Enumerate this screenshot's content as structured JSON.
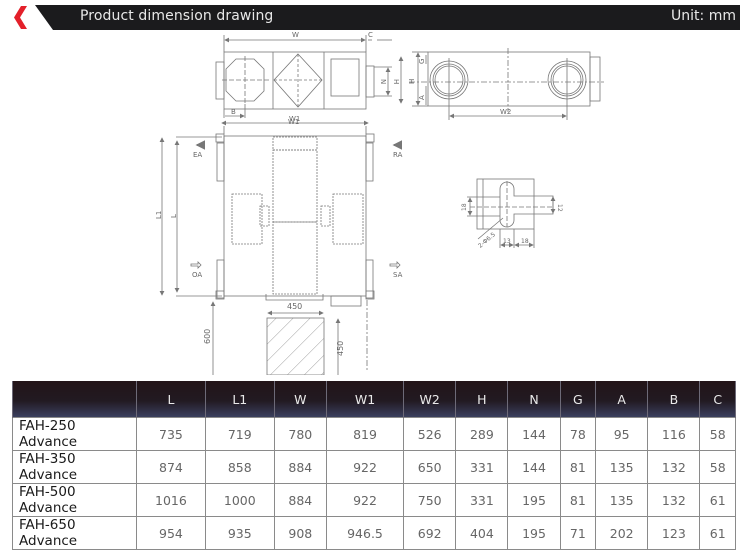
{
  "header": {
    "title": "Product dimension drawing",
    "unit": "Unit: mm",
    "accent_color": "#e3202a",
    "bar_color": "#1b1b1d"
  },
  "drawing": {
    "top_view": {
      "labels": {
        "w": "W",
        "c": "C",
        "n": "N",
        "h": "H",
        "b": "B",
        "w1": "W1"
      }
    },
    "side_view": {
      "labels": {
        "g": "G",
        "h": "H",
        "a": "A",
        "w2": "W2"
      }
    },
    "plan_view": {
      "labels": {
        "w1": "W1",
        "l1": "L1",
        "l": "L",
        "ea": "EA",
        "ra": "RA",
        "oa": "OA",
        "sa": "SA"
      }
    },
    "service_area": {
      "labels": {
        "width": "450",
        "depth": "450",
        "clearance": "600"
      }
    },
    "mounting_bracket": {
      "labels": {
        "slot_height": "18",
        "bracket_width": "12",
        "hole": "2-Φ6.5",
        "offset_a": "13",
        "offset_b": "18"
      }
    }
  },
  "table": {
    "columns": [
      "",
      "L",
      "L1",
      "W",
      "W1",
      "W2",
      "H",
      "N",
      "G",
      "A",
      "B",
      "C"
    ],
    "rows": [
      {
        "model": "FAH-250 Advance",
        "values": [
          "735",
          "719",
          "780",
          "819",
          "526",
          "289",
          "144",
          "78",
          "95",
          "116",
          "58"
        ]
      },
      {
        "model": "FAH-350 Advance",
        "values": [
          "874",
          "858",
          "884",
          "922",
          "650",
          "331",
          "144",
          "81",
          "135",
          "132",
          "58"
        ]
      },
      {
        "model": "FAH-500 Advance",
        "values": [
          "1016",
          "1000",
          "884",
          "922",
          "750",
          "331",
          "195",
          "81",
          "135",
          "132",
          "61"
        ]
      },
      {
        "model": "FAH-650 Advance",
        "values": [
          "954",
          "935",
          "908",
          "946.5",
          "692",
          "404",
          "195",
          "71",
          "202",
          "123",
          "61"
        ]
      }
    ]
  }
}
